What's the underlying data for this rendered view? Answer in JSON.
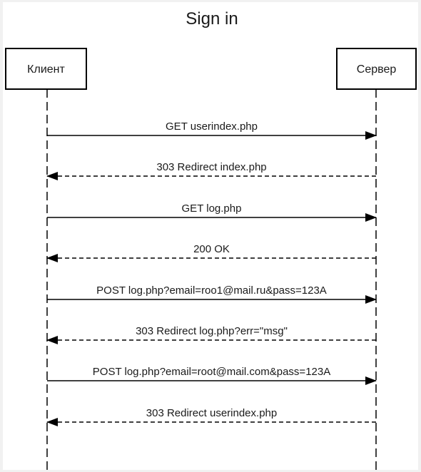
{
  "diagram": {
    "title": "Sign in",
    "participants": [
      {
        "id": "client",
        "label": "Клиент"
      },
      {
        "id": "server",
        "label": "Сервер"
      }
    ],
    "messages": [
      {
        "from": "client",
        "to": "server",
        "label": "GET userindex.php",
        "style": "solid"
      },
      {
        "from": "server",
        "to": "client",
        "label": "303 Redirect index.php",
        "style": "dashed"
      },
      {
        "from": "client",
        "to": "server",
        "label": "GET log.php",
        "style": "solid"
      },
      {
        "from": "server",
        "to": "client",
        "label": "200 OK",
        "style": "dashed"
      },
      {
        "from": "client",
        "to": "server",
        "label": "POST log.php?email=roo1@mail.ru&pass=123A",
        "style": "solid"
      },
      {
        "from": "server",
        "to": "client",
        "label": "303 Redirect log.php?err=\"msg\"",
        "style": "dashed"
      },
      {
        "from": "client",
        "to": "server",
        "label": "POST log.php?email=root@mail.com&pass=123A",
        "style": "solid"
      },
      {
        "from": "server",
        "to": "client",
        "label": "303 Redirect userindex.php",
        "style": "dashed"
      }
    ]
  }
}
